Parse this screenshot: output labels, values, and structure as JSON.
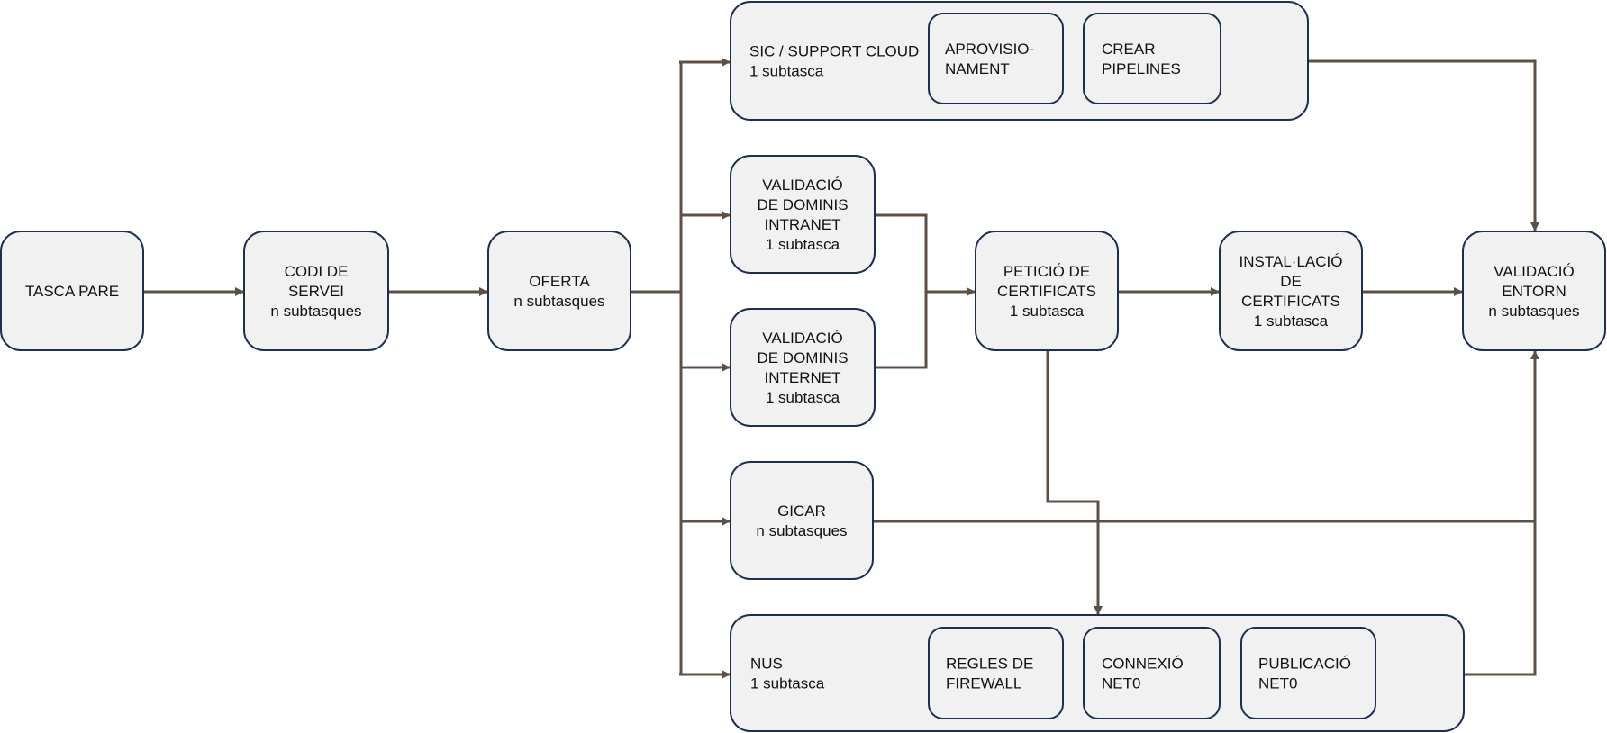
{
  "diagram": {
    "nodes": {
      "tasca_pare": {
        "lines": [
          "TASCA PARE"
        ]
      },
      "codi_servei": {
        "lines": [
          "CODI DE",
          "SERVEI",
          "n subtasques"
        ]
      },
      "oferta": {
        "lines": [
          "OFERTA",
          "n subtasques"
        ]
      },
      "sic": {
        "lines": [
          "SIC / SUPPORT CLOUD",
          "1 subtasca"
        ]
      },
      "aprovisionament": {
        "lines": [
          "APROVISIO-",
          "NAMENT"
        ]
      },
      "crear_pipelines": {
        "lines": [
          "CREAR",
          "PIPELINES"
        ]
      },
      "val_intranet": {
        "lines": [
          "VALIDACIÓ",
          "DE DOMINIS",
          "INTRANET",
          "1 subtasca"
        ]
      },
      "val_internet": {
        "lines": [
          "VALIDACIÓ",
          "DE DOMINIS",
          "INTERNET",
          "1 subtasca"
        ]
      },
      "peticio_cert": {
        "lines": [
          "PETICIÓ DE",
          "CERTIFICATS",
          "1 subtasca"
        ]
      },
      "instal_cert": {
        "lines": [
          "INSTAL·LACIÓ",
          "DE",
          "CERTIFICATS",
          "1 subtasca"
        ]
      },
      "val_entorn": {
        "lines": [
          "VALIDACIÓ",
          "ENTORN",
          "n subtasques"
        ]
      },
      "gicar": {
        "lines": [
          "GICAR",
          "n subtasques"
        ]
      },
      "nus": {
        "lines": [
          "NUS",
          "1 subtasca"
        ]
      },
      "regles_firewall": {
        "lines": [
          "REGLES DE",
          "FIREWALL"
        ]
      },
      "connexio_net0": {
        "lines": [
          "CONNEXIÓ",
          "NET0"
        ]
      },
      "publicacio_net0": {
        "lines": [
          "PUBLICACIÓ",
          "NET0"
        ]
      }
    },
    "edges": [
      [
        "tasca_pare",
        "codi_servei"
      ],
      [
        "codi_servei",
        "oferta"
      ],
      [
        "oferta",
        "sic"
      ],
      [
        "oferta",
        "val_intranet"
      ],
      [
        "oferta",
        "val_internet"
      ],
      [
        "oferta",
        "gicar"
      ],
      [
        "oferta",
        "nus"
      ],
      [
        "val_intranet",
        "peticio_cert"
      ],
      [
        "val_internet",
        "peticio_cert"
      ],
      [
        "peticio_cert",
        "instal_cert"
      ],
      [
        "peticio_cert",
        "nus"
      ],
      [
        "instal_cert",
        "val_entorn"
      ],
      [
        "sic",
        "val_entorn"
      ],
      [
        "gicar",
        "val_entorn"
      ],
      [
        "nus",
        "val_entorn"
      ]
    ],
    "colors": {
      "box_fill": "#f1f1f1",
      "box_stroke": "#1c2e52",
      "connector": "#5d4f45",
      "text": "#111111"
    }
  }
}
